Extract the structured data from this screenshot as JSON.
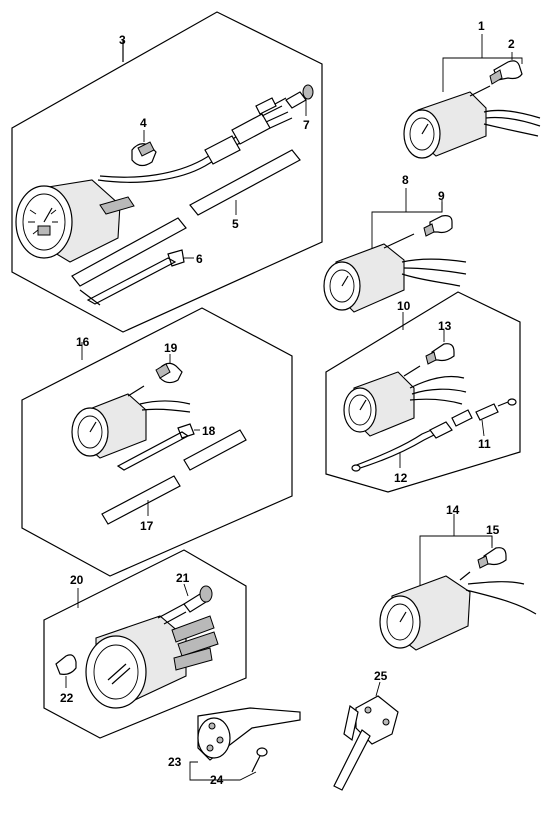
{
  "callouts": {
    "c1": "1",
    "c2": "2",
    "c3": "3",
    "c4": "4",
    "c5": "5",
    "c6": "6",
    "c7": "7",
    "c8": "8",
    "c9": "9",
    "c10": "10",
    "c11": "11",
    "c12": "12",
    "c13": "13",
    "c14": "14",
    "c15": "15",
    "c16": "16",
    "c17": "17",
    "c18": "18",
    "c19": "19",
    "c20": "20",
    "c21": "21",
    "c22": "22",
    "c23": "23",
    "c24": "24",
    "c25": "25"
  },
  "colors": {
    "line": "#000000",
    "paper": "#ffffff",
    "gray": "#e9e9e9",
    "dark": "#b9b9b9"
  }
}
